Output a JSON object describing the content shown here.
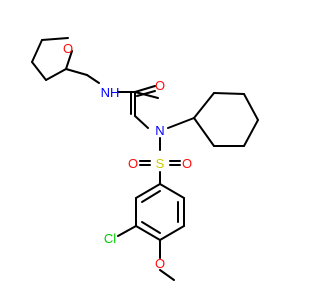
{
  "molecule": {
    "atoms": [
      {
        "id": "O_ring",
        "label": "O",
        "color": "#ff0d0d"
      },
      {
        "id": "N_amide",
        "label": "NH",
        "color": "#0000ff"
      },
      {
        "id": "O_carbonyl",
        "label": "O",
        "color": "#ff0d0d"
      },
      {
        "id": "N_sulfonamide",
        "label": "N",
        "color": "#0000ff"
      },
      {
        "id": "S",
        "label": "S",
        "color": "#cccc00"
      },
      {
        "id": "O_s_left",
        "label": "O",
        "color": "#ff0d0d"
      },
      {
        "id": "O_s_right",
        "label": "O",
        "color": "#ff0d0d"
      },
      {
        "id": "Cl",
        "label": "Cl",
        "color": "#00cc00"
      },
      {
        "id": "O_methoxy",
        "label": "O",
        "color": "#ff0d0d"
      }
    ]
  }
}
